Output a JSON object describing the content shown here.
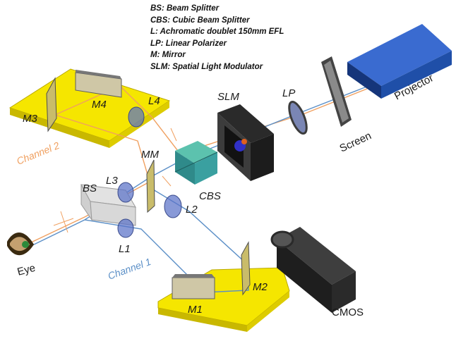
{
  "legend": [
    "BS: Beam Splitter",
    "CBS: Cubic Beam Splitter",
    "L: Achromatic doublet 150mm EFL",
    "LP: Linear Polarizer",
    "M: Mirror",
    "SLM: Spatial Light Modulator"
  ],
  "labels": {
    "projector": "Projector",
    "screen": "Screen",
    "lp": "LP",
    "slm": "SLM",
    "cbs": "CBS",
    "mm": "MM",
    "bs": "BS",
    "l1": "L1",
    "l2": "L2",
    "l3": "L3",
    "l4": "L4",
    "m1": "M1",
    "m2": "M2",
    "m3": "M3",
    "m4": "M4",
    "cmos": "CMOS",
    "eye": "Eye",
    "channel1": "Channel 1",
    "channel2": "Channel 2"
  },
  "colors": {
    "channel1": "#5b8fc7",
    "channel2": "#f0a060",
    "projector": "#1f4fa8",
    "platform": "#f5e600",
    "cube": "#3a9e94"
  }
}
